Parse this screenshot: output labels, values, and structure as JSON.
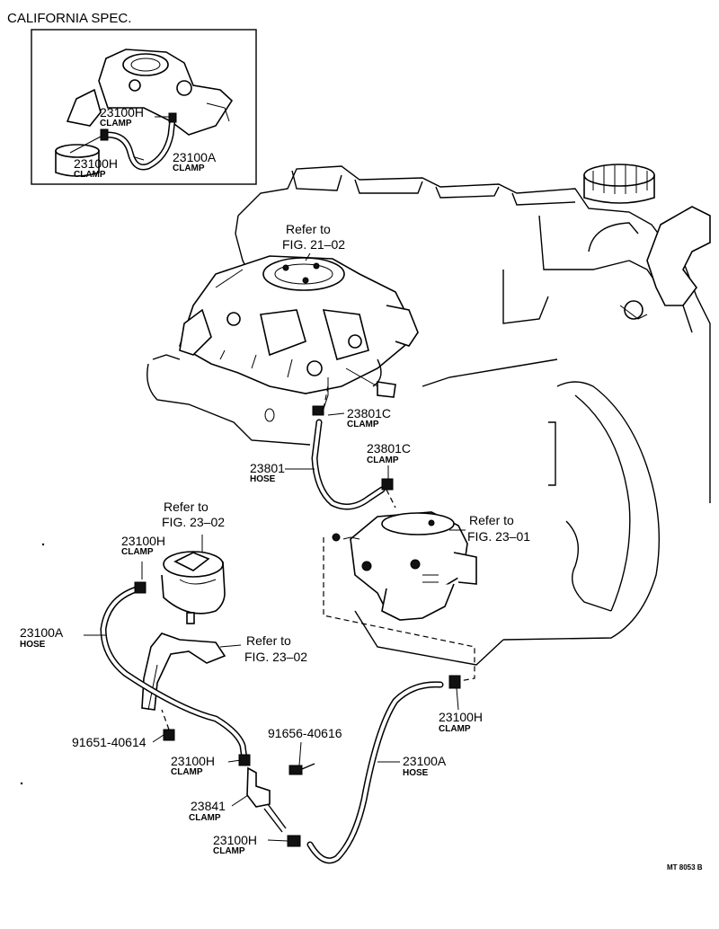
{
  "inset": {
    "title": "CALIFORNIA SPEC.",
    "labels": [
      {
        "part": "23100H",
        "desc": "CLAMP"
      },
      {
        "part": "23100H",
        "desc": "CLAMP"
      },
      {
        "part": "23100A",
        "desc": "CLAMP"
      }
    ]
  },
  "refs": {
    "carburetor": {
      "line1": "Refer to",
      "line2": "FIG. 21–02"
    },
    "canister": {
      "line1": "Refer to",
      "line2": "FIG. 23–02"
    },
    "fuel_pump": {
      "line1": "Refer to",
      "line2": "FIG. 23–01"
    },
    "bracket": {
      "line1": "Refer to",
      "line2": "FIG. 23–02"
    }
  },
  "callouts": {
    "clamp_23801c_upper": {
      "part": "23801C",
      "desc": "CLAMP"
    },
    "hose_23801": {
      "part": "23801",
      "desc": "HOSE"
    },
    "clamp_23801c_lower": {
      "part": "23801C",
      "desc": "CLAMP"
    },
    "clamp_23100h_canister": {
      "part": "23100H",
      "desc": "CLAMP"
    },
    "hose_23100a_left": {
      "part": "23100A",
      "desc": "HOSE"
    },
    "bolt_91651": {
      "part": "91651-40614"
    },
    "bolt_91656": {
      "part": "91656-40616"
    },
    "clamp_23100h_mid": {
      "part": "23100H",
      "desc": "CLAMP"
    },
    "clamp_23841": {
      "part": "23841",
      "desc": "CLAMP"
    },
    "clamp_23100h_bottom": {
      "part": "23100H",
      "desc": "CLAMP"
    },
    "hose_23100a_right": {
      "part": "23100A",
      "desc": "HOSE"
    },
    "clamp_23100h_pump": {
      "part": "23100H",
      "desc": "CLAMP"
    }
  },
  "figure_code": "MT 8053 B"
}
